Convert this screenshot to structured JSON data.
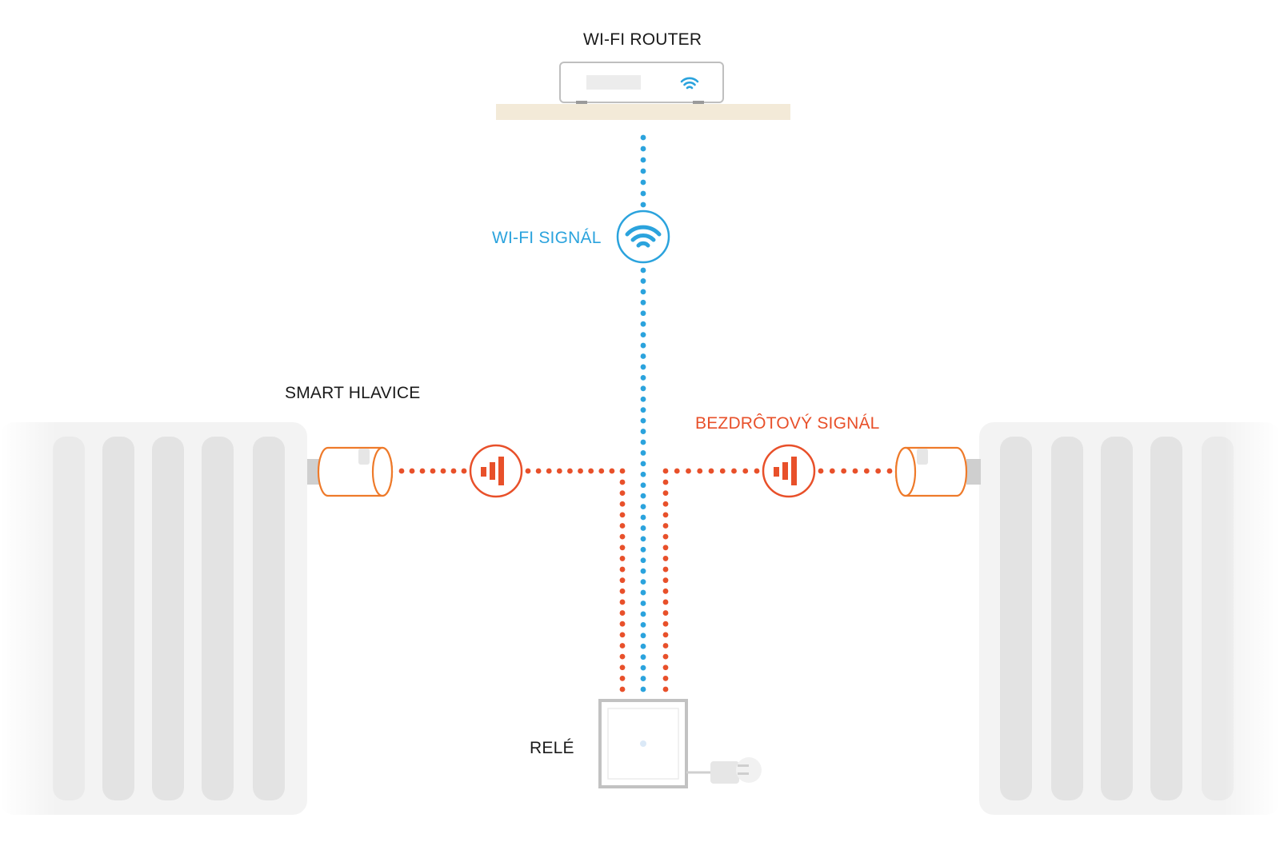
{
  "labels": {
    "router": "WI-FI ROUTER",
    "wifi_signal": "WI-FI SIGNÁL",
    "smart_head": "SMART HLAVICE",
    "wireless_signal": "BEZDRÔTOVÝ SIGNÁL",
    "relay": "RELÉ"
  },
  "colors": {
    "wifi": "#2ba3dd",
    "wireless": "#e8502a",
    "head_outline": "#ee7a2a",
    "text": "#1a1a1a",
    "radiator": "#e6e6e6",
    "shelf": "#f3ead8",
    "device_frame": "#bdbdbd"
  },
  "icons": {
    "router_wifi": "wifi-icon",
    "wifi_badge": "wifi-icon",
    "signal_badge": "signal-bars-icon",
    "plug": "power-plug-icon"
  }
}
